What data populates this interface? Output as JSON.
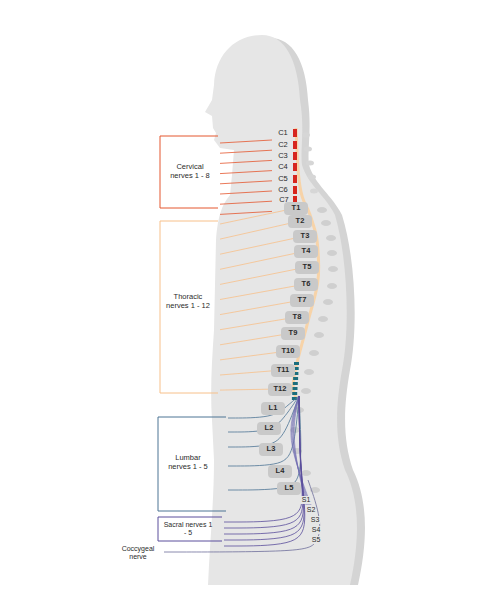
{
  "diagram": {
    "nodes": [
      {
        "text": [
          "T1"
        ]
      },
      {
        "text": [
          "T2"
        ]
      },
      {
        "text": [
          "T3"
        ]
      },
      {
        "text": [
          "T4"
        ]
      },
      {
        "text": [
          "T5"
        ]
      },
      {
        "text": [
          "T6"
        ]
      },
      {
        "text": [
          "T7"
        ]
      },
      {
        "text": [
          "T8"
        ]
      },
      {
        "text": [
          "T9"
        ]
      },
      {
        "text": [
          "T10"
        ]
      },
      {
        "text": [
          "T11"
        ]
      },
      {
        "text": [
          "T12"
        ]
      },
      {
        "text": [
          "L1"
        ]
      },
      {
        "text": [
          "L2"
        ]
      },
      {
        "text": [
          "L3"
        ]
      },
      {
        "text": [
          "L4"
        ]
      },
      {
        "text": [
          "L5"
        ]
      }
    ],
    "labels": [
      "Cervical nerves 1 - 8",
      "C1",
      "C2",
      "C3",
      "C4",
      "C5",
      "C6",
      "C7",
      "Thoracic nerves 1 - 12",
      "Lumbar nerves 1 - 5",
      "Sacral nerves 1 - 5",
      "S1",
      "S2",
      "S3",
      "S4",
      "S5",
      "Coccygeal nerve"
    ]
  }
}
